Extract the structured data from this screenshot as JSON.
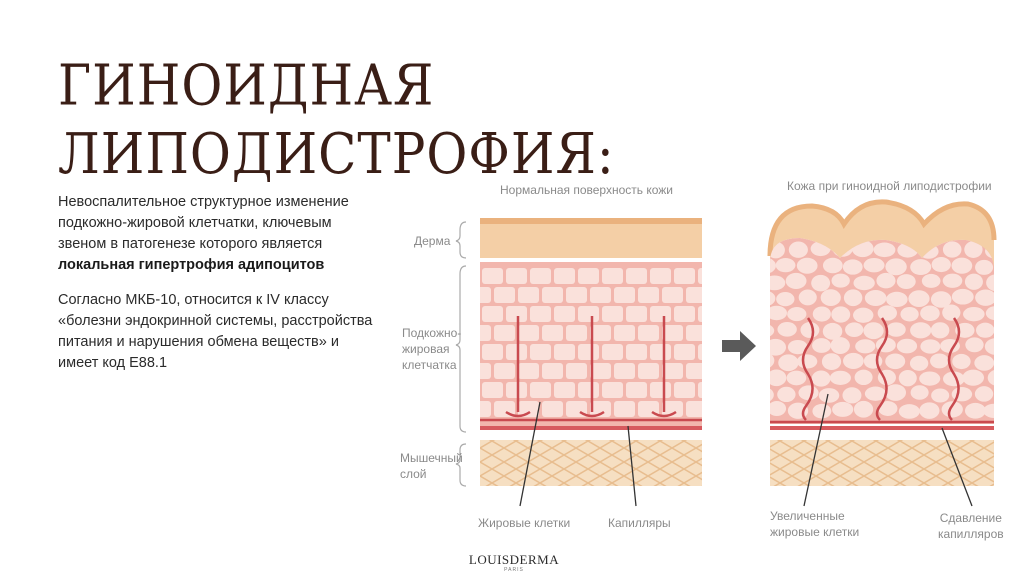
{
  "title": {
    "line1": "ГИНОИДНАЯ",
    "line2": "ЛИПОДИСТРОФИЯ:"
  },
  "description": {
    "p1_text": "Невоспалительное структурное изменение подкожно-жировой клетчатки, ключевым звеном в патогенезе которого является ",
    "p1_bold": "локальная гипертрофия адипоцитов",
    "p2": "Согласно МКБ-10, относится к IV классу «болезни эндокринной системы, расстройства питания и нарушения обмена веществ» и имеет код Е88.1"
  },
  "diagram": {
    "normal_title": "Нормальная  поверхность кожи",
    "cellulite_title": "Кожа при гиноидной липодистрофии",
    "layers": {
      "dermis": "Дерма",
      "subcutaneous_line1": "Подкожно-",
      "subcutaneous_line2": "жировая",
      "subcutaneous_line3": "клетчатка",
      "muscle_line1": "Мышечный",
      "muscle_line2": "слой"
    },
    "callouts": {
      "fat_cells": "Жировые клетки",
      "capillaries": "Капилляры",
      "enlarged_line1": "Увеличенные",
      "enlarged_line2": "жировые клетки",
      "compression_line1": "Сдавление",
      "compression_line2": "капилляров"
    },
    "colors": {
      "dermis": "#f4cfa6",
      "fat_bg": "#f2b6ad",
      "fat_cell": "#fae1db",
      "capillary": "#c94a4f",
      "muscle": "#f5dcbc",
      "arrow": "#5a5a5a"
    }
  },
  "brand": {
    "name": "LOUISDERMA",
    "sub": "PARIS"
  }
}
